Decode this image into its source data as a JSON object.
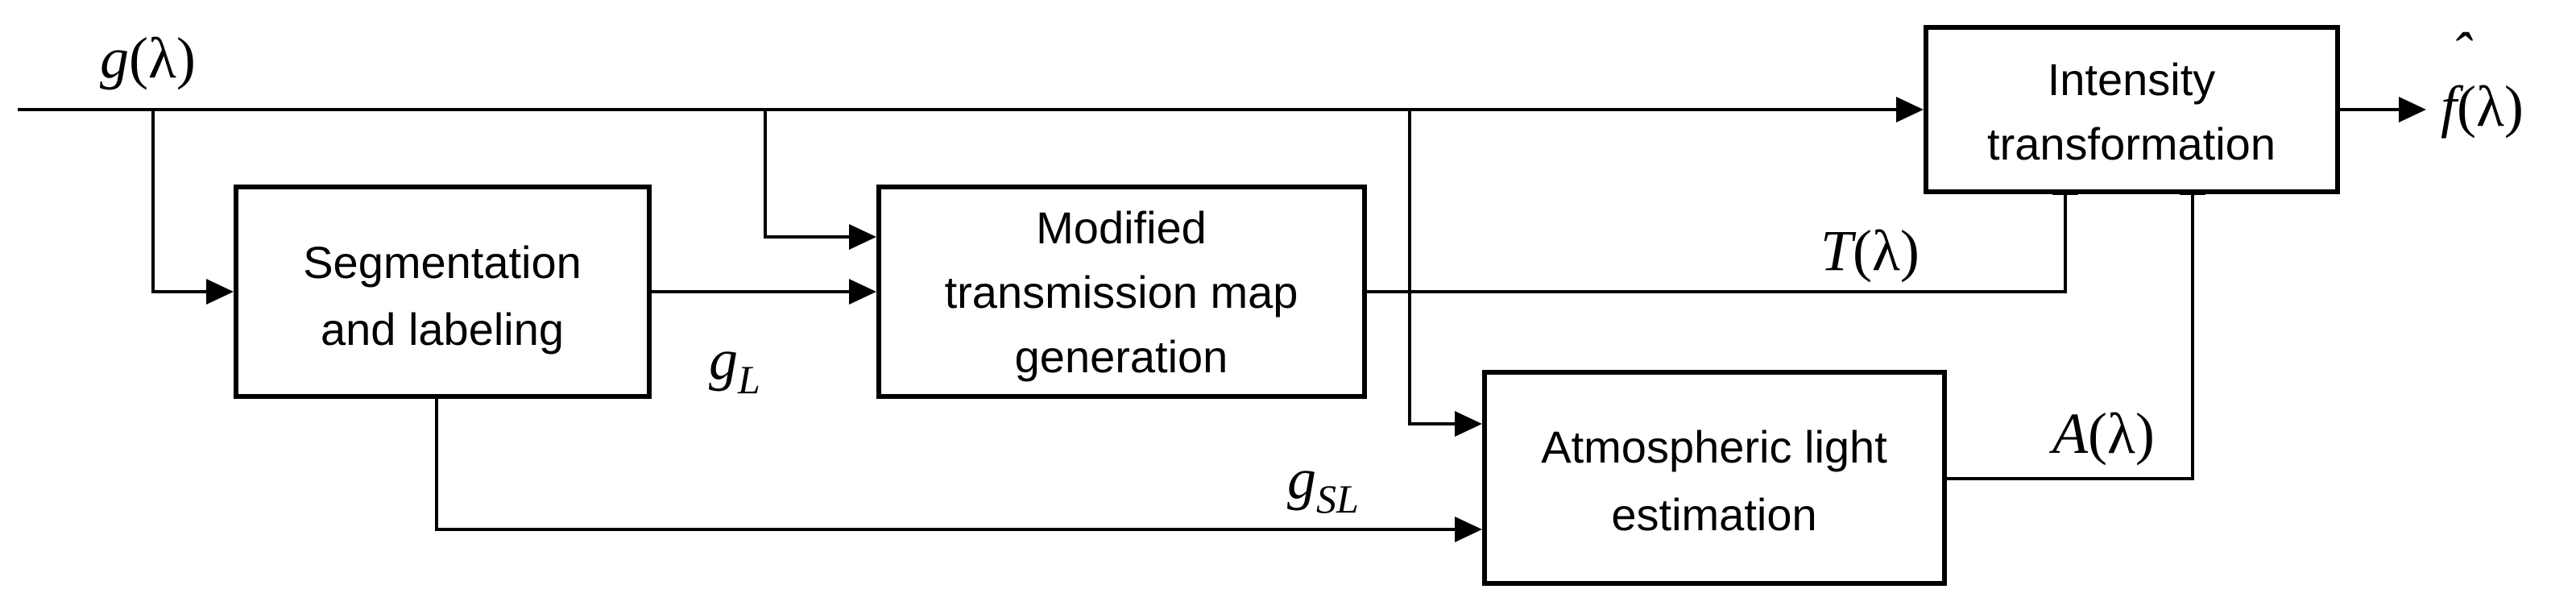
{
  "blocks": {
    "segmentation": {
      "line1": "Segmentation",
      "line2": "and labeling"
    },
    "transmission": {
      "line1": "Modified",
      "line2": "transmission map",
      "line3": "generation"
    },
    "atmospheric": {
      "line1": "Atmospheric light",
      "line2": "estimation"
    },
    "intensity": {
      "line1": "Intensity",
      "line2": "transformation"
    }
  },
  "signals": {
    "input": {
      "symbol": "g",
      "arg": "(λ)"
    },
    "gL": {
      "symbol": "g",
      "sub": "L"
    },
    "gSL": {
      "symbol": "g",
      "sub": "SL"
    },
    "T": {
      "symbol": "T",
      "arg": "(λ)"
    },
    "A": {
      "symbol": "A",
      "arg": "(λ)"
    },
    "output": {
      "symbol": "f",
      "hat": "ˆ",
      "arg": "(λ)"
    }
  },
  "colors": {
    "stroke": "#000000",
    "background": "#ffffff"
  }
}
